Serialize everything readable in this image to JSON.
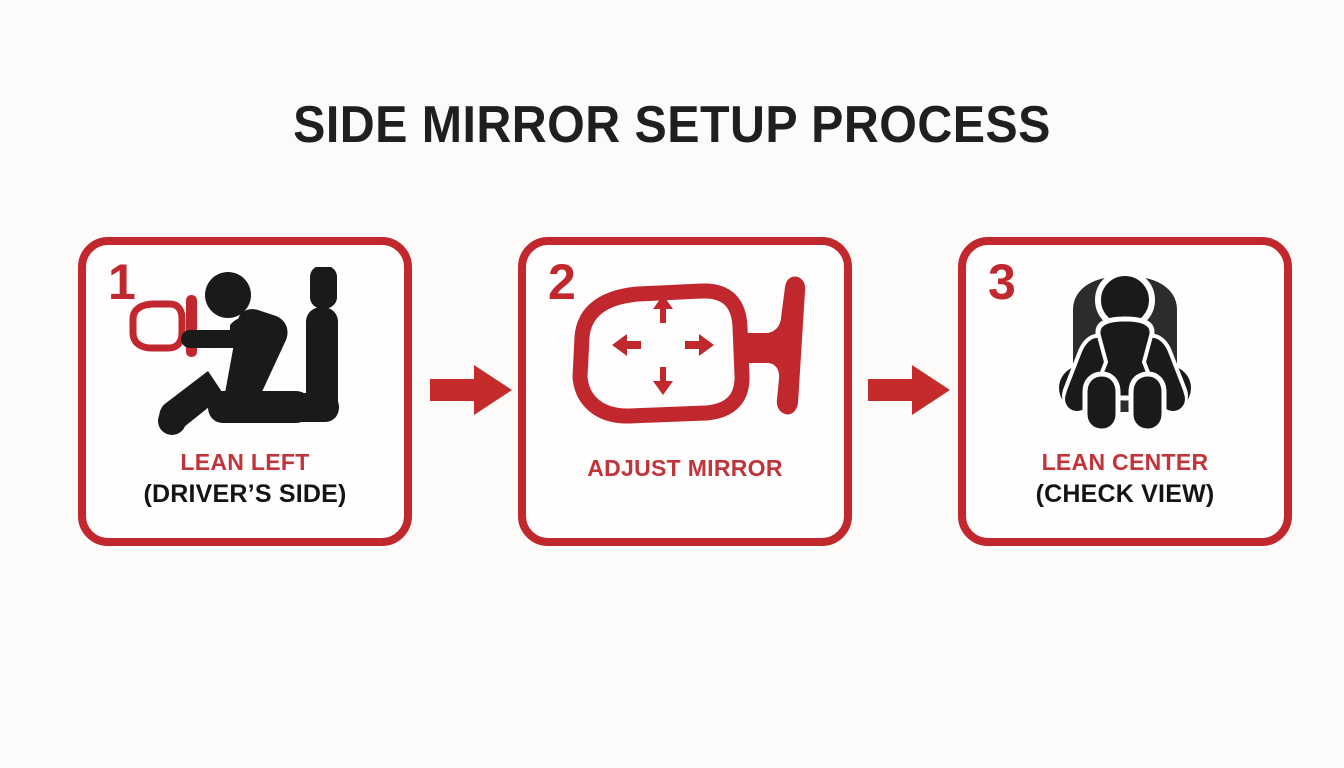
{
  "title": "SIDE MIRROR SETUP PROCESS",
  "theme": {
    "background": "#fcfbfa",
    "accent_red": "#c0282d",
    "label_red": "#c0353a",
    "arrow_red": "#c62b2b",
    "figure_black": "#1a1a1a",
    "title_black": "#1f1f1f"
  },
  "steps": [
    {
      "number": "1",
      "icon": "driver-leaning-left-icon",
      "label_primary": "LEAN LEFT",
      "label_secondary": "(DRIVER’S SIDE)"
    },
    {
      "number": "2",
      "icon": "side-mirror-adjust-icon",
      "label_primary": "ADJUST MIRROR",
      "label_secondary": ""
    },
    {
      "number": "3",
      "icon": "driver-centered-front-icon",
      "label_primary": "LEAN CENTER",
      "label_secondary": "(CHECK VIEW)"
    }
  ],
  "connectors": [
    {
      "icon": "right-arrow-icon"
    },
    {
      "icon": "right-arrow-icon"
    }
  ]
}
